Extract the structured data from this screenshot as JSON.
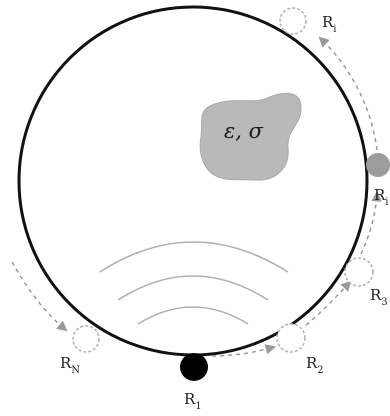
{
  "region_label": "ε, σ",
  "receivers": [
    {
      "id": "n",
      "text": "R",
      "sub": "N",
      "state": "empty"
    },
    {
      "id": "1",
      "text": "R",
      "sub": "1",
      "state": "filled"
    },
    {
      "id": "2",
      "text": "R",
      "sub": "2",
      "state": "empty"
    },
    {
      "id": "3",
      "text": "R",
      "sub": "3",
      "state": "empty"
    },
    {
      "id": "4",
      "text": "R",
      "sub": "i",
      "state": "half"
    },
    {
      "id": "5",
      "text": "R",
      "sub": "i",
      "state": "empty"
    }
  ],
  "colors": {
    "circle": "#111111",
    "blob": "#b9b9b9",
    "wave": "#b0b0b0",
    "arrow": "#9a9a9a",
    "receiver_filled": "#000000",
    "receiver_half": "#9c9c9c",
    "receiver_empty": "#b5b5b5"
  }
}
